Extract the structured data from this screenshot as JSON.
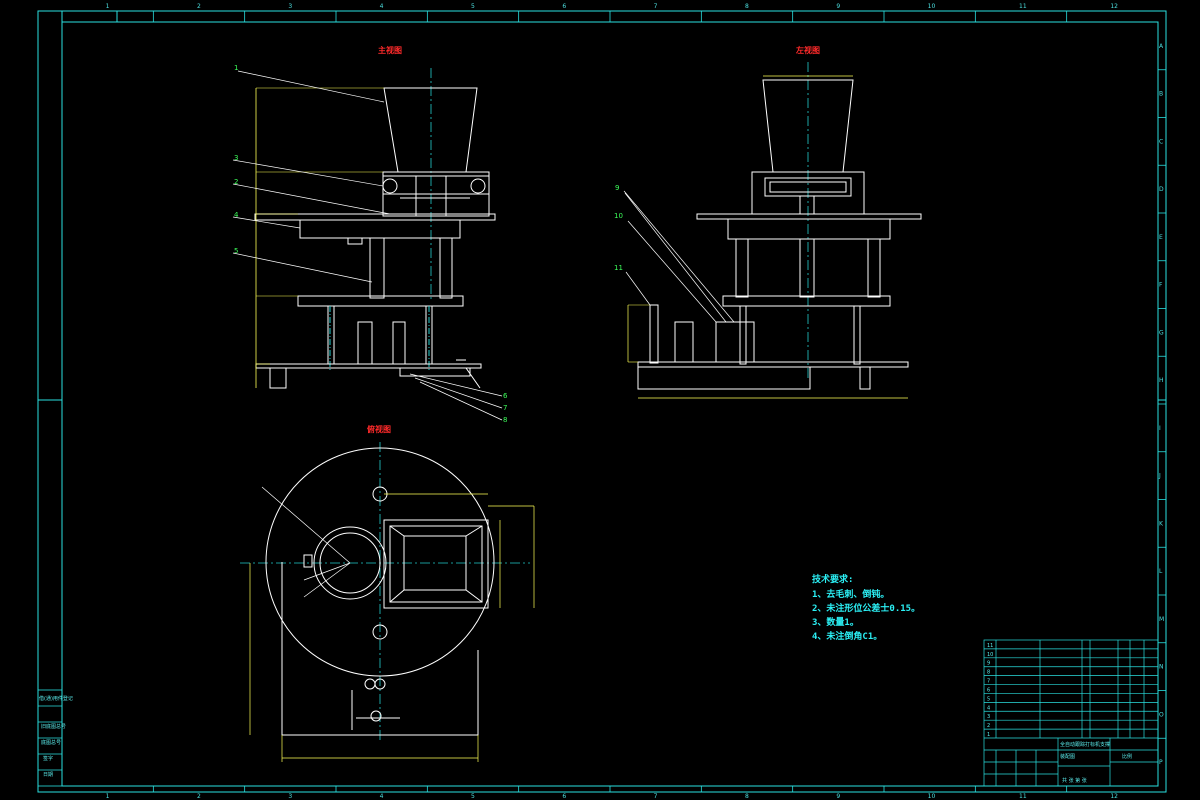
{
  "colors": {
    "background": "#000000",
    "frame": "#2ae0e0",
    "outline": "#ffffff",
    "dimension": "#ffff55",
    "center_line": "#22cccc",
    "leader": "#ffffff",
    "balloon": "#3cff5a",
    "view_title": "#ff2a2a",
    "notes": "#2bf0f5"
  },
  "grid": {
    "columns": [
      "1",
      "2",
      "3",
      "4",
      "5",
      "6",
      "7",
      "8",
      "9",
      "10",
      "11",
      "12"
    ],
    "rows": [
      "A",
      "B",
      "C",
      "D",
      "E",
      "F",
      "G",
      "H",
      "I",
      "J",
      "K",
      "L",
      "M",
      "N",
      "O",
      "P"
    ]
  },
  "views": {
    "front_title": "主视图",
    "side_title": "左视图",
    "top_title": "俯视图"
  },
  "balloons_front": [
    "1",
    "3",
    "2",
    "4",
    "5",
    "6",
    "7",
    "8"
  ],
  "balloons_side": [
    "9",
    "10",
    "11"
  ],
  "technical_notes": {
    "heading": "技术要求:",
    "items": [
      "1、去毛刺、倒钝。",
      "2、未注形位公差士0.15。",
      "3、数量1。",
      "4、未注倒角C1。"
    ]
  },
  "left_strip_labels": [
    "借(通)用件登记",
    "旧底图总号",
    "底图总号",
    "签字",
    "日期"
  ],
  "parts_list_count": 11,
  "title_block": {
    "designation": "全自动跟踪打标机支撑",
    "sub": "装配图",
    "scale_label": "比例",
    "sheet_label": "共 张 第 张"
  }
}
